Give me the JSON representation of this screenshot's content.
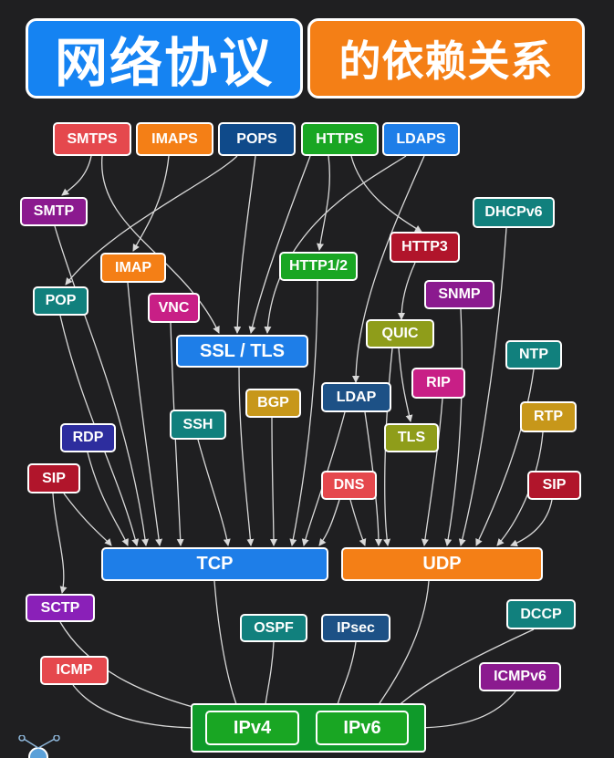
{
  "title": {
    "left": "网络协议",
    "right": "的依赖关系"
  },
  "colors": {
    "background": "#1f1f21",
    "edge": "#d9d9d9",
    "red": "#e5484d",
    "orange": "#f47f16",
    "navy": "#0f4a8a",
    "green": "#19a623",
    "blue": "#1e7ee8",
    "purple": "#8b1a8f",
    "teal": "#11807d",
    "crimson": "#b1152b",
    "olive": "#8f9d1a",
    "magenta": "#c81f86",
    "gold": "#c7971a",
    "violet": "#8a20b8",
    "indigo": "#2d2d9e",
    "steel": "#1d5186",
    "ip_green": "#0f9a2a"
  },
  "nodes": {
    "smtps": "SMTPS",
    "imaps": "IMAPS",
    "pops": "POPS",
    "https": "HTTPS",
    "ldaps": "LDAPS",
    "smtp": "SMTP",
    "dhcpv6": "DHCPv6",
    "http3": "HTTP3",
    "imap": "IMAP",
    "http12": "HTTP1/2",
    "pop": "POP",
    "vnc": "VNC",
    "snmp": "SNMP",
    "quic": "QUIC",
    "ssl_tls": "SSL / TLS",
    "ntp": "NTP",
    "rip": "RIP",
    "bgp": "BGP",
    "ldap": "LDAP",
    "ssh": "SSH",
    "rtp": "RTP",
    "rdp": "RDP",
    "tls": "TLS",
    "sip_left": "SIP",
    "dns": "DNS",
    "sip_right": "SIP",
    "tcp": "TCP",
    "udp": "UDP",
    "sctp": "SCTP",
    "dccp": "DCCP",
    "ospf": "OSPF",
    "ipsec": "IPsec",
    "icmp": "ICMP",
    "icmpv6": "ICMPv6",
    "ipv4": "IPv4",
    "ipv6": "IPv6"
  }
}
